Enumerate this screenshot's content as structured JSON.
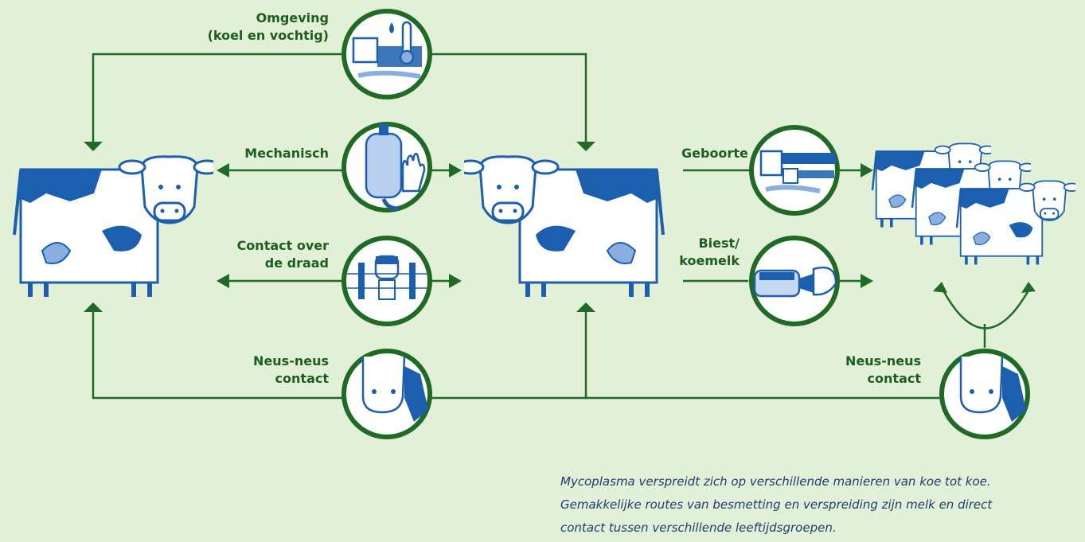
{
  "colors": {
    "background": "#e1f0d6",
    "line_green": "#1f6b25",
    "cow_blue": "#1b5fae",
    "udder_blue": "#8aaee0",
    "label_green": "#1d5e1f",
    "caption_blue": "#1d3c70"
  },
  "labels": {
    "environment": "Omgeving\n(koel en vochtig)",
    "mechanical": "Mechanisch",
    "fence_contact": "Contact over\nde draad",
    "nose_contact_left": "Neus-neus\ncontact",
    "birth": "Geboorte",
    "colostrum": "Biest/\nkoemelk",
    "nose_contact_right": "Neus-neus\ncontact"
  },
  "icons": {
    "environment": "cow-with-thermometer-icon",
    "mechanical": "milking-unit-hand-icon",
    "fence_contact": "cow-behind-fence-icon",
    "nose_contact": "cow-nose-icon",
    "birth": "cow-and-calf-icon",
    "colostrum": "calf-bottle-icon"
  },
  "caption": {
    "line1": "Mycoplasma verspreidt zich op verschillende manieren van koe tot koe.",
    "line2": "Gemakkelijke routes van besmetting en verspreiding zijn melk en direct",
    "line3": "contact tussen verschillende leeftijdsgroepen."
  }
}
